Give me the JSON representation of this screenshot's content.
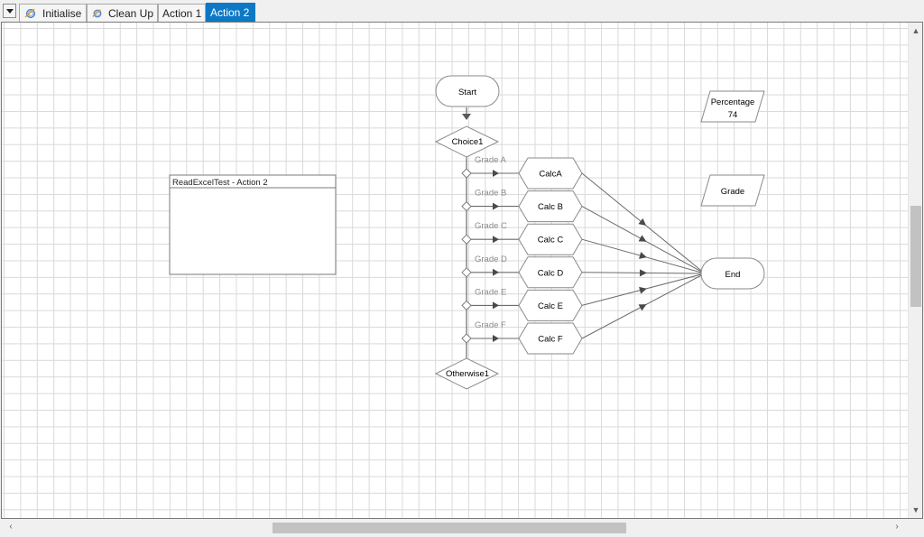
{
  "tabs": [
    {
      "label": "Initialise",
      "icon": "gear-icon",
      "active": false
    },
    {
      "label": "Clean Up",
      "icon": "gear-icon",
      "active": false
    },
    {
      "label": "Action 1",
      "active": false
    },
    {
      "label": "Action 2",
      "active": true
    }
  ],
  "diagram": {
    "start": "Start",
    "choice": "Choice1",
    "otherwise": "Otherwise1",
    "end": "End",
    "note_title": "ReadExcelTest - Action 2",
    "branches": [
      {
        "condition": "Grade A",
        "action": "CalcA"
      },
      {
        "condition": "Grade B",
        "action": "Calc B"
      },
      {
        "condition": "Grade C",
        "action": "Calc C"
      },
      {
        "condition": "Grade D",
        "action": "Calc D"
      },
      {
        "condition": "Grade E",
        "action": "Calc E"
      },
      {
        "condition": "Grade F",
        "action": "Calc F"
      }
    ],
    "data_items": [
      {
        "name": "Percentage",
        "value": "74"
      },
      {
        "name": "Grade",
        "value": ""
      }
    ]
  },
  "colors": {
    "active_tab": "#0d78c4",
    "shape_stroke": "#8a8a8a",
    "connector": "#6b6b6b",
    "grid": "#d9d9d9"
  }
}
